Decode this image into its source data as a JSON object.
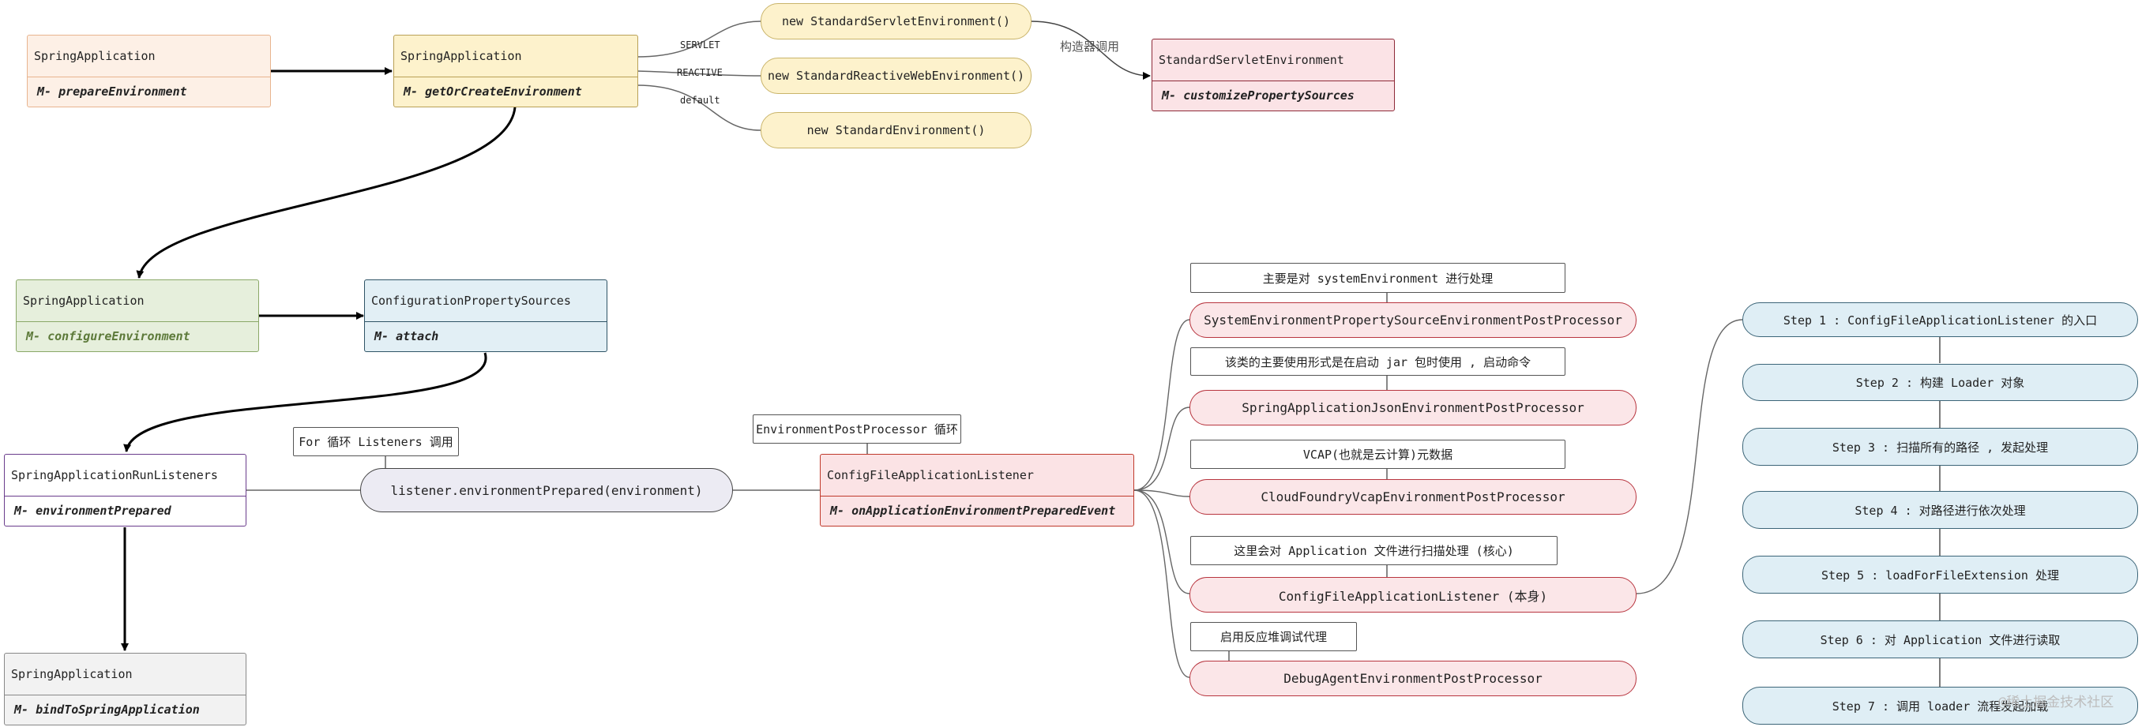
{
  "class_nodes": {
    "n1": {
      "title": "SpringApplication",
      "method": "M- prepareEnvironment"
    },
    "n2": {
      "title": "SpringApplication",
      "method": "M- getOrCreateEnvironment"
    },
    "n3": {
      "title": "StandardServletEnvironment",
      "method": "M- customizePropertySources"
    },
    "n4": {
      "title": "SpringApplication",
      "method": "M- configureEnvironment"
    },
    "n5": {
      "title": "ConfigurationPropertySources",
      "method": "M- attach"
    },
    "n6": {
      "title": "SpringApplicationRunListeners",
      "method": "M- environmentPrepared"
    },
    "n7": {
      "title": "ConfigFileApplicationListener",
      "method": "M- onApplicationEnvironmentPreparedEvent"
    },
    "n8": {
      "title": "SpringApplication",
      "method": "M- bindToSpringApplication"
    }
  },
  "env_pills": [
    "new StandardServletEnvironment()",
    "new StandardReactiveWebEnvironment()",
    "new StandardEnvironment()"
  ],
  "edge_labels": {
    "servlet": "SERVLET",
    "reactive": "REACTIVE",
    "default": "default",
    "constructor": "构造器调用"
  },
  "listener_call": "listener.environmentPrepared(environment)",
  "notes": {
    "for_loop": "For 循环 Listeners 调用",
    "epp_loop": "EnvironmentPostProcessor 循环"
  },
  "processors": [
    {
      "note": "主要是对 systemEnvironment 进行处理",
      "name": "SystemEnvironmentPropertySourceEnvironmentPostProcessor"
    },
    {
      "note": "该类的主要使用形式是在启动 jar 包时使用 , 启动命令",
      "name": "SpringApplicationJsonEnvironmentPostProcessor"
    },
    {
      "note": "VCAP(也就是云计算)元数据",
      "name": "CloudFoundryVcapEnvironmentPostProcessor"
    },
    {
      "note": "这里会对 Application 文件进行扫描处理 (核心)",
      "name": "ConfigFileApplicationListener (本身)"
    },
    {
      "note": "启用反应堆调试代理",
      "name": "DebugAgentEnvironmentPostProcessor"
    }
  ],
  "steps": [
    "Step 1 : ConfigFileApplicationListener 的入口",
    "Step 2 : 构建 Loader 对象",
    "Step 3 : 扫描所有的路径 , 发起处理",
    "Step 4 : 对路径进行依次处理",
    "Step 5 : loadForFileExtension 处理",
    "Step 6 : 对 Application 文件进行读取",
    "Step 7 : 调用 loader 流程发起加载"
  ],
  "watermark": "@稀土掘金技术社区"
}
